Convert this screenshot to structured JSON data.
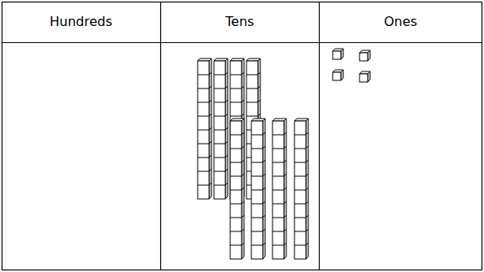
{
  "diagram": {
    "labels": [
      "Hundreds",
      "Tens",
      "Ones"
    ]
  }
}
